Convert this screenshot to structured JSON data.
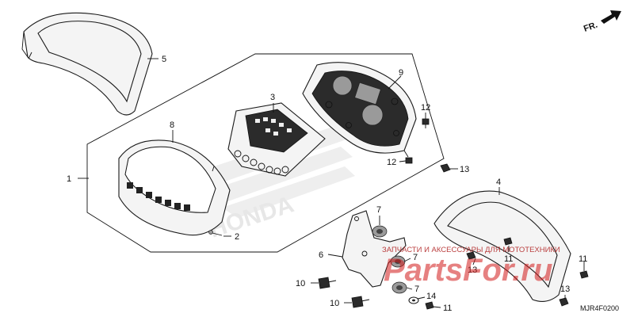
{
  "callouts": {
    "c1": "1",
    "c2": "2",
    "c3": "3",
    "c4": "4",
    "c5": "5",
    "c6": "6",
    "c7a": "7",
    "c7b": "7",
    "c7c": "7",
    "c8": "8",
    "c9": "9",
    "c10a": "10",
    "c10b": "10",
    "c11a": "11",
    "c11b": "11",
    "c11c": "11",
    "c12a": "12",
    "c12b": "12",
    "c13a": "13",
    "c13b": "13",
    "c13c": "13",
    "c14": "14"
  },
  "direction_marker": "FR.",
  "diagram_code": "MJR4F0200",
  "watermark": {
    "text": "ЗАПЧАСТИ И АКСЕССУАРЫ ДЛЯ МОТОТЕХНИКИ",
    "logo": "PartsFor.ru",
    "brand": "HONDA"
  },
  "colors": {
    "line": "#111111",
    "watermark": "#d21b1b"
  }
}
